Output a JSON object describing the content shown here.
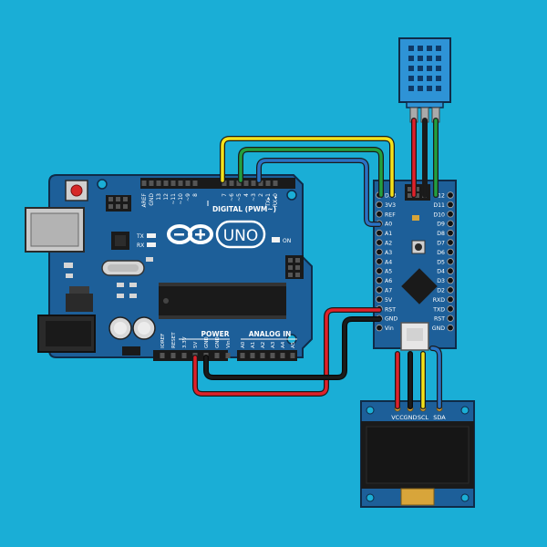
{
  "uno": {
    "digital_header": "DIGITAL (PWM~)",
    "digital_pins": [
      "AREF",
      "GND",
      "13",
      "12",
      "~11",
      "~10",
      "~9",
      "8",
      "7",
      "~6",
      "~5",
      "4",
      "~3",
      "2",
      "TX▸1",
      "RX◂0"
    ],
    "tx_label": "TX",
    "rx_label": "RX",
    "logo_text": "UNO",
    "on_label": "ON",
    "power_header": "POWER",
    "power_pins": [
      "IOREF",
      "RESET",
      "3.3V",
      "5V",
      "GND",
      "GND",
      "Vin"
    ],
    "analog_header": "ANALOG IN",
    "analog_pins": [
      "A0",
      "A1",
      "A2",
      "A3",
      "A4",
      "A5"
    ]
  },
  "nano": {
    "left_pins": [
      "D13",
      "3V3",
      "REF",
      "A0",
      "A1",
      "A2",
      "A3",
      "A4",
      "A5",
      "A6",
      "A7",
      "5V",
      "RST",
      "GND",
      "Vin"
    ],
    "right_pins": [
      "D12",
      "D11",
      "D10",
      "D9",
      "D8",
      "D7",
      "D6",
      "D5",
      "D4",
      "D3",
      "D2",
      "RXD",
      "TXD",
      "RST",
      "GND"
    ]
  },
  "oled": {
    "pins": [
      "VCC",
      "GND",
      "SCL",
      "SDA"
    ]
  },
  "colors": {
    "background": "#1aaed6",
    "board": "#1d5f99",
    "wire_red": "#e0212a",
    "wire_black": "#1b1b1b",
    "wire_yellow": "#f4e21a",
    "wire_green": "#22a040",
    "wire_blue": "#2a72c4",
    "sensor": "#2e93d6"
  }
}
